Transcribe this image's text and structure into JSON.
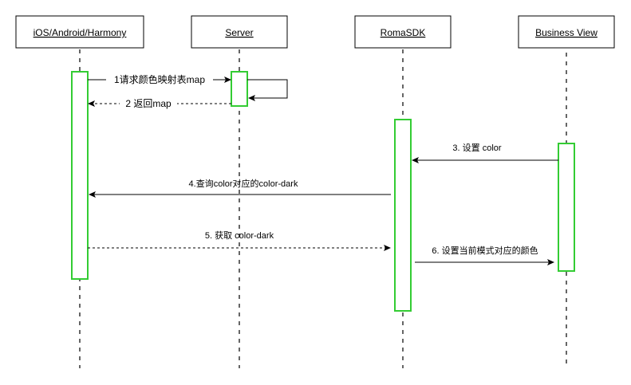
{
  "diagram": {
    "type": "sequence",
    "colors": {
      "activation_border": "#33cc33",
      "line": "#000000",
      "background": "#ffffff"
    },
    "actors": [
      {
        "id": "client",
        "label": "iOS/Android/Harmony"
      },
      {
        "id": "server",
        "label": "Server"
      },
      {
        "id": "sdk",
        "label": "RomaSDK"
      },
      {
        "id": "view",
        "label": "Business View"
      }
    ],
    "messages": [
      {
        "id": "m1",
        "from": "client",
        "to": "server",
        "label": "1请求颜色映射表map",
        "style": "solid"
      },
      {
        "id": "m1self",
        "from": "server",
        "to": "server",
        "label": "",
        "style": "solid"
      },
      {
        "id": "m2",
        "from": "server",
        "to": "client",
        "label": "2 返回map",
        "style": "dashed"
      },
      {
        "id": "m3",
        "from": "view",
        "to": "sdk",
        "label": "3. 设置 color",
        "style": "solid"
      },
      {
        "id": "m4",
        "from": "sdk",
        "to": "client",
        "label": "4.查询color对应的color-dark",
        "style": "solid"
      },
      {
        "id": "m5",
        "from": "client",
        "to": "sdk",
        "label": "5. 获取 color-dark",
        "style": "dashed"
      },
      {
        "id": "m6",
        "from": "sdk",
        "to": "view",
        "label": "6. 设置当前模式对应的颜色",
        "style": "solid"
      }
    ]
  }
}
